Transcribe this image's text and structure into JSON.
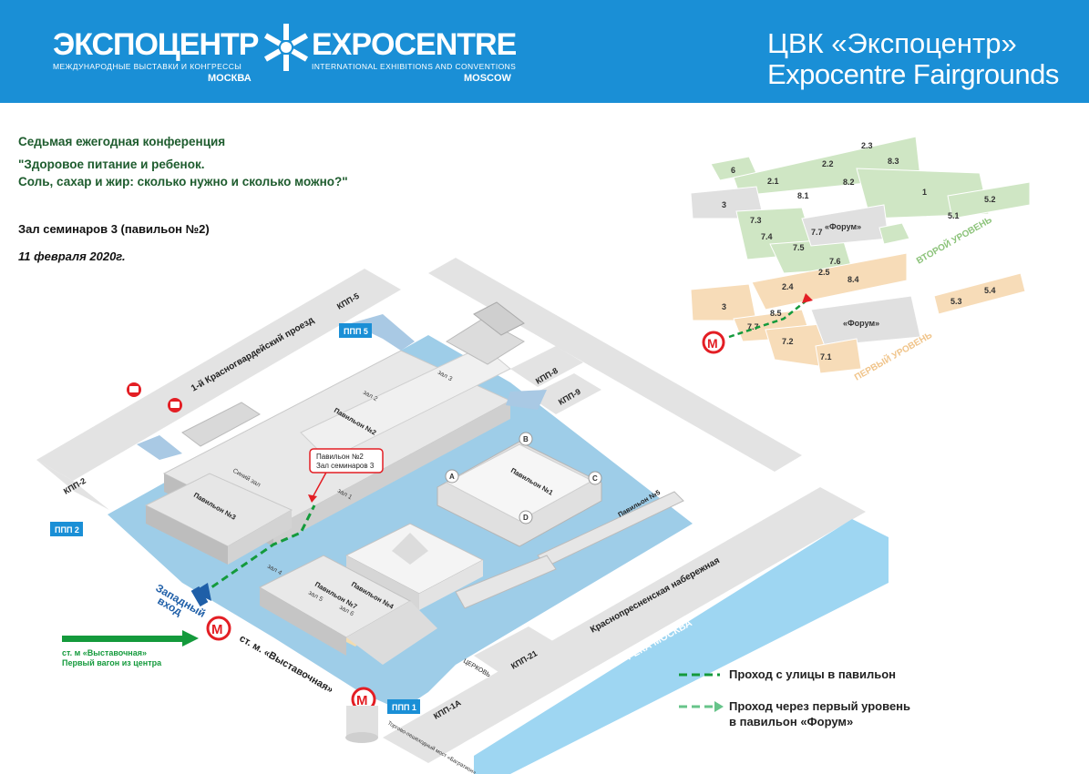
{
  "header": {
    "logo_ru": "ЭКСПОЦЕНТР",
    "logo_en": "EXPOCENTRE",
    "subtitle_ru": "МЕЖДУНАРОДНЫЕ ВЫСТАВКИ И КОНГРЕССЫ",
    "subtitle_en": "INTERNATIONAL EXHIBITIONS AND CONVENTIONS",
    "city_ru": "МОСКВА",
    "city_en": "MOSCOW",
    "title_line1": "ЦВК «Экспоцентр»",
    "title_line2": "Expocentre Fairgrounds",
    "background_color": "#1a8fd6"
  },
  "event": {
    "line1": "Седьмая ежегодная конференция",
    "line2": "\"Здоровое питание и ребенок.",
    "line3": "Соль, сахар и жир: сколько нужно и сколько можно?\"",
    "hall": "Зал семинаров 3 (павильон №2)",
    "date": "11 февраля 2020г."
  },
  "map": {
    "streets": {
      "krasnogvard": "1-й Красногвардейский проезд",
      "vystavochnaya": "ст. м. «Выставочная»",
      "naberezhnaya": "Краснопресненская набережная",
      "river": "РЕКА МОСКВА",
      "church": "ЦЕРКОВЬ",
      "bridge": "Торгово-пешеходный мост «Багратион»"
    },
    "checkpoints": {
      "kpp5": "КПП-5",
      "kpp8": "КПП-8",
      "kpp9": "КПП-9",
      "kpp2": "КПП-2",
      "kpp21": "КПП-21",
      "kpp1a": "КПП-1А",
      "ppp5": "ППП 5",
      "ppp2": "ППП 2",
      "ppp1": "ППП 1"
    },
    "pavilions": {
      "p1": "Павильон №1",
      "p2": "Павильон №2",
      "p3": "Павильон №3",
      "p4": "Павильон №4",
      "p5": "Павильон №5",
      "p7": "Павильон №7",
      "blue_hall": "Синий зал",
      "z1": "зал 1",
      "z2": "зал 2",
      "z3": "зал 3",
      "z4": "зал 4",
      "z5": "зал 5",
      "z6": "зал 6",
      "ga": "A",
      "gb": "B",
      "gc": "C",
      "gd": "D"
    },
    "callout_line1": "Павильон №2",
    "callout_line2": "Зал семинаров 3",
    "west_entrance_line1": "Западный",
    "west_entrance_line2": "вход",
    "metro_note_line1": "ст. м «Выставочная»",
    "metro_note_line2": "Первый вагон из центра",
    "metro_letter": "М"
  },
  "levels": {
    "upper_label": "ВТОРОЙ УРОВЕНЬ",
    "lower_label": "ПЕРВЫЙ УРОВЕНЬ",
    "forum": "«Форум»",
    "upper": {
      "b6": "6",
      "b21": "2.1",
      "b22": "2.2",
      "b23": "2.3",
      "b81": "8.1",
      "b82": "8.2",
      "b83": "8.3",
      "b1": "1",
      "b52": "5.2",
      "b51": "5.1",
      "b3": "3",
      "b73": "7.3",
      "b74": "7.4",
      "b75": "7.5",
      "b76": "7.6",
      "b77": "7.7",
      "forum_label": "«Форум»"
    },
    "lower": {
      "b3": "3",
      "b24": "2.4",
      "b25": "2.5",
      "b84": "8.4",
      "b53": "5.3",
      "b54": "5.4",
      "b85": "8.5",
      "b77": "7.7",
      "b72": "7.2",
      "b71": "7.1",
      "forum_label": "«Форум»"
    }
  },
  "legend": {
    "item1": "Проход с улицы в павильон",
    "item2_line1": "Проход через первый уровень",
    "item2_line2": "в павильон «Форум»"
  },
  "colors": {
    "blue": "#1a8fd6",
    "ground": "#9ecde8",
    "road": "#e3e3e3",
    "building": "#e6e6e6",
    "highlight": "#f3dcaf",
    "green_level": "#cfe6c4",
    "beige_level": "#f7dcb8",
    "route_green": "#149a3c",
    "metro_red": "#e31e24",
    "text_green": "#1e5c2e"
  }
}
